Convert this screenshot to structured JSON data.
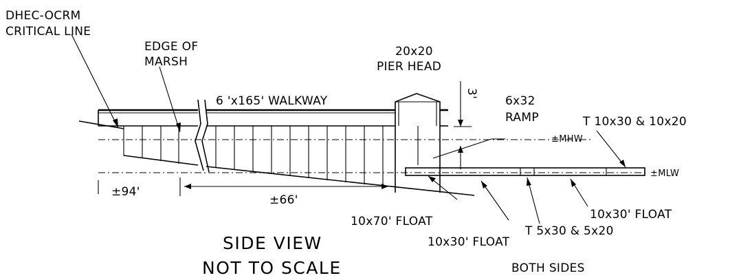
{
  "labels": {
    "critical_line_1": "DHEC-OCRM",
    "critical_line_2": "CRITICAL LINE",
    "edge_marsh_1": "EDGE OF",
    "edge_marsh_2": "MARSH",
    "walkway": "6 'x165' WALKWAY",
    "pier_head_1": "20x20",
    "pier_head_2": "PIER HEAD",
    "height": "3'",
    "ramp_1": "6x32",
    "ramp_2": "RAMP",
    "t_float_top": "T 10x30 & 10x20",
    "mhw": "±MHW",
    "mlw": "±MLW",
    "dim_94": "±94'",
    "dim_66": "±66'",
    "float_10x70": "10x70' FLOAT",
    "float_10x30_right": "10x30' FLOAT",
    "t_float_bottom": "T 5x30 & 5x20",
    "float_10x30_lower": "10x30' FLOAT",
    "both_sides": "BOTH SIDES",
    "side_view": "SIDE VIEW",
    "not_to_scale": "NOT TO SCALE"
  }
}
